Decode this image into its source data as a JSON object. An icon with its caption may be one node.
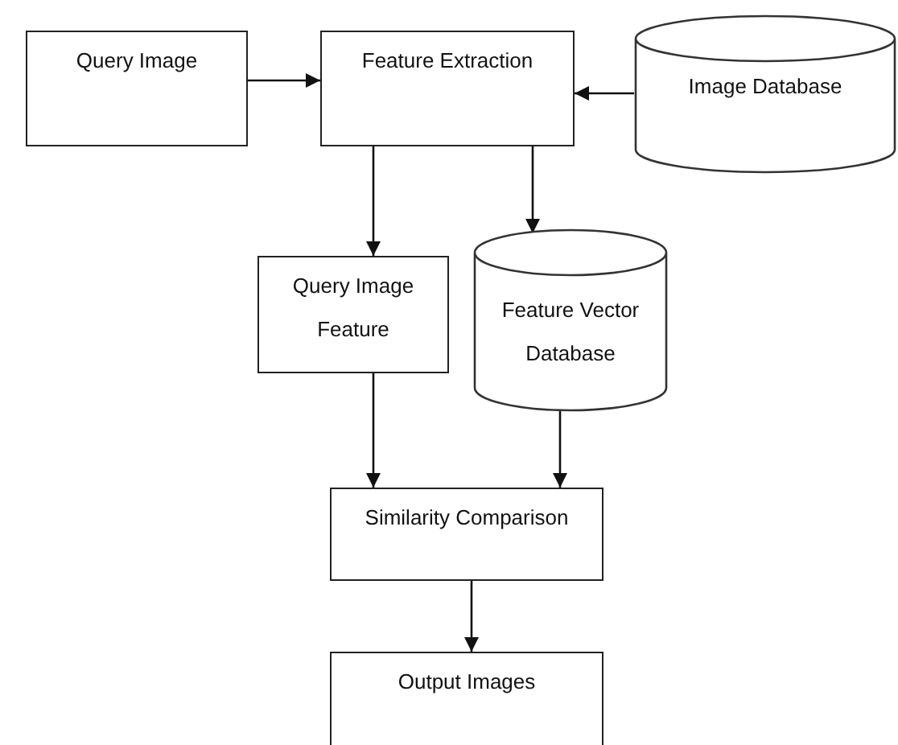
{
  "diagram": {
    "nodes": [
      {
        "text": [
          "Query Image"
        ]
      },
      {
        "text": [
          "Feature Extraction"
        ]
      },
      {
        "text": [
          "Image Database"
        ]
      },
      {
        "text": [
          "Query Image Feature"
        ]
      },
      {
        "text": [
          "Feature Vector Database"
        ]
      },
      {
        "text": [
          "Similarity Comparison"
        ]
      },
      {
        "text": [
          "Output Images"
        ]
      }
    ],
    "edges": [
      {
        "from": 0,
        "to": 1,
        "arrow": "to"
      },
      {
        "from": 2,
        "to": 1,
        "arrow": "to"
      },
      {
        "from": 1,
        "to": 3,
        "arrow": "to"
      },
      {
        "from": 1,
        "to": 4,
        "arrow": "to"
      },
      {
        "from": 3,
        "to": 5,
        "arrow": "to"
      },
      {
        "from": 4,
        "to": 5,
        "arrow": "to"
      },
      {
        "from": 5,
        "to": 6,
        "arrow": "to"
      }
    ]
  }
}
